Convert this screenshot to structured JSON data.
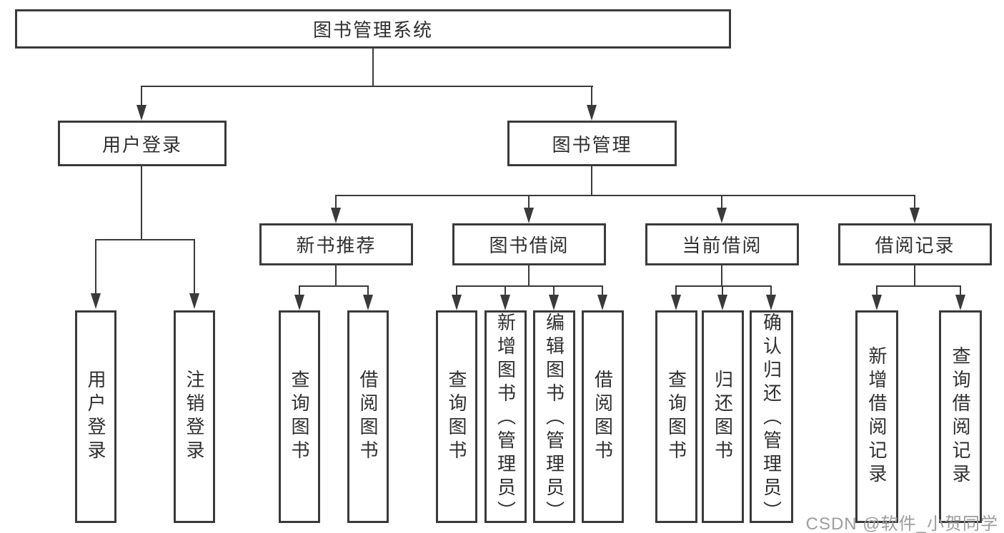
{
  "tree": {
    "label": "图书管理系统",
    "children": [
      {
        "label": "用户登录",
        "children": [
          {
            "label": "用户登录"
          },
          {
            "label": "注销登录"
          }
        ]
      },
      {
        "label": "图书管理",
        "children": [
          {
            "label": "新书推荐",
            "children": [
              {
                "label": "查询图书"
              },
              {
                "label": "借阅图书"
              }
            ]
          },
          {
            "label": "图书借阅",
            "children": [
              {
                "label": "查询图书"
              },
              {
                "label": "新增图书（管理员）"
              },
              {
                "label": "编辑图书（管理员）"
              },
              {
                "label": "借阅图书"
              }
            ]
          },
          {
            "label": "当前借阅",
            "children": [
              {
                "label": "查询图书"
              },
              {
                "label": "归还图书"
              },
              {
                "label": "确认归还（管理员）"
              }
            ]
          },
          {
            "label": "借阅记录",
            "children": [
              {
                "label": "新增借阅记录"
              },
              {
                "label": "查询借阅记录"
              }
            ]
          }
        ]
      }
    ]
  },
  "watermark": {
    "text": "CSDN @软件_小贺同学"
  },
  "colors": {
    "line": "#3a3a3a",
    "text": "#2f2f2f",
    "watermark_text": "#9d9d9d",
    "background": "#ffffff"
  }
}
